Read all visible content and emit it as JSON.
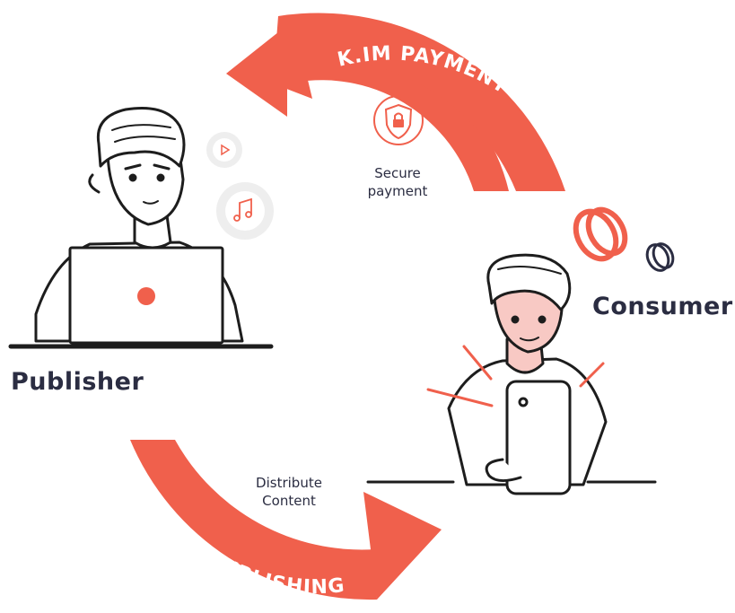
{
  "payment_arrow": {
    "label": "K.IM PAYMENT"
  },
  "publishing_arrow": {
    "label": "K.IM PUBLISHING"
  },
  "secure": {
    "label_line1": "Secure",
    "label_line2": "payment"
  },
  "distribute": {
    "label_line1": "Distribute",
    "label_line2": "Content"
  },
  "publisher": {
    "label": "Publisher"
  },
  "consumer": {
    "label": "Consumer"
  },
  "colors": {
    "accent": "#f0604c",
    "ink": "#2b2d42",
    "skin_tint": "#f8c9c4",
    "bubble": "#eeeeee"
  },
  "icons": [
    "shield-lock-icon",
    "play-icon",
    "music-note-icon",
    "coin-icon"
  ]
}
